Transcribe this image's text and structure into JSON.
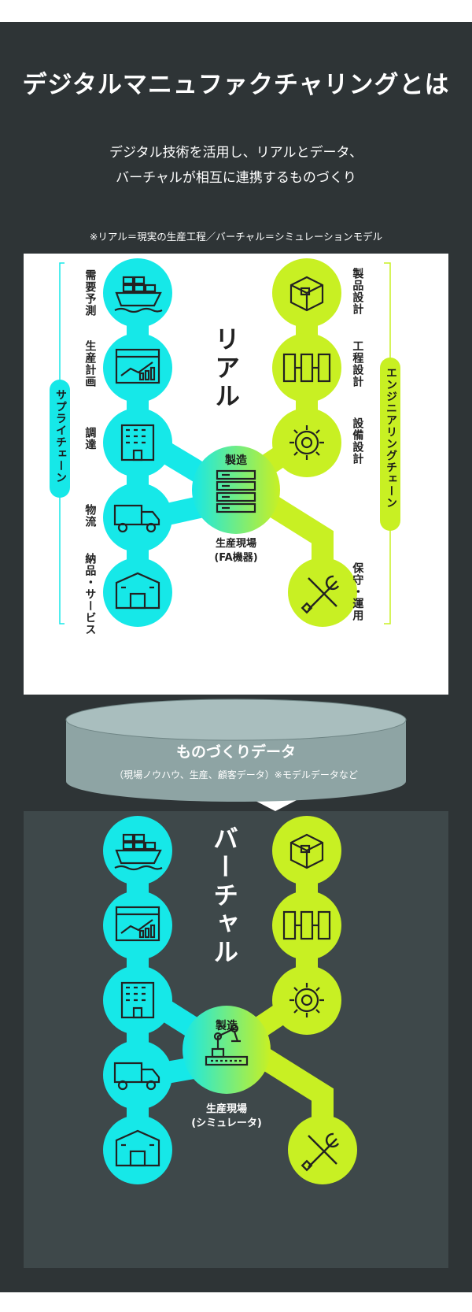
{
  "header": {
    "title": "デジタルマニュファクチャリングとは",
    "subtitle_line1": "デジタル技術を活用し、リアルとデータ、",
    "subtitle_line2": "バーチャルが相互に連携するものづくり",
    "note": "※リアル＝現実の生産工程／バーチャル＝シミュレーションモデル"
  },
  "real": {
    "label": "リアル",
    "supply_chain_label": "サプライチェーン",
    "engineering_chain_label": "エンジニアリングチェーン",
    "supply_nodes": [
      "需要予測",
      "生産計画",
      "調達",
      "物流",
      "納品・サービス"
    ],
    "engineering_nodes": [
      "製品設計",
      "工程設計",
      "設備設計",
      "保守・運用"
    ],
    "hub_label": "製造",
    "site_label_line1": "生産現場",
    "site_label_line2": "(FA機器)"
  },
  "data_store": {
    "title": "ものづくりデータ",
    "subtitle": "（現場ノウハウ、生産、顧客データ）※モデルデータなど"
  },
  "virtual": {
    "label": "バーチャル",
    "hub_label": "製造",
    "site_label_line1": "生産現場",
    "site_label_line2": "(シミュレータ)"
  },
  "colors": {
    "background": "#2e3436",
    "virtual_panel": "#3e484a",
    "cyan": "#16e8e8",
    "lime": "#c8f023",
    "cylinder": "#94aaaa",
    "arrow": "#6a7478"
  },
  "icons": {
    "supply": [
      "cargo-ship-icon",
      "chart-window-icon",
      "building-icon",
      "truck-icon",
      "warehouse-icon"
    ],
    "engineering": [
      "box-icon",
      "process-flow-icon",
      "gear-icon",
      "wrench-screwdriver-icon"
    ],
    "hub_real": "server-rack-icon",
    "hub_virtual": "robot-arm-icon"
  }
}
